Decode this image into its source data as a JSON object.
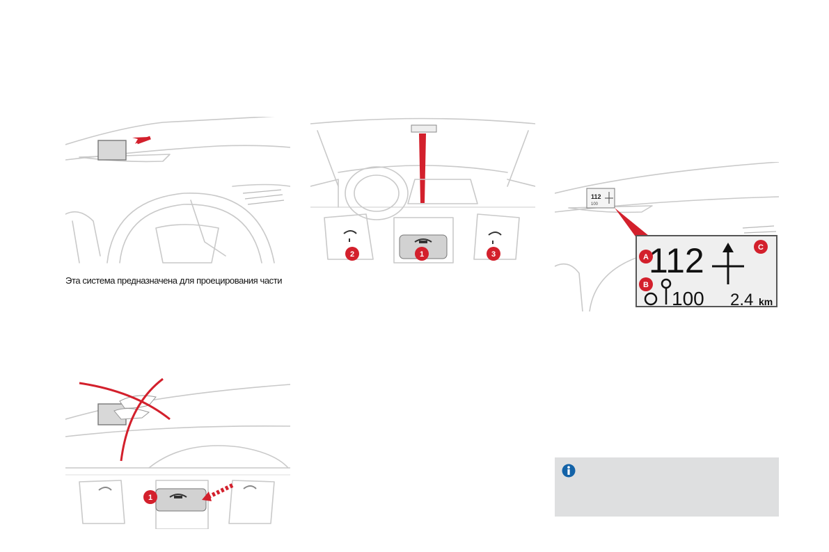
{
  "caption": "Эта система предназначена для проецирования части",
  "switches": {
    "b1": "1",
    "b2": "2",
    "b3": "3"
  },
  "adjust": {
    "b1": "1"
  },
  "hud": {
    "speed": "112",
    "speed_limit": "100",
    "distance_value": "2.4",
    "distance_unit": "km",
    "badge_a": "A",
    "badge_b": "B",
    "badge_c": "C",
    "mini_speed": "112",
    "mini_limit": "100"
  },
  "info": {
    "icon": "info-icon"
  },
  "colors": {
    "accent_red": "#d3202c",
    "line_grey": "#c9c9c9",
    "info_bg": "#dedfe0"
  }
}
